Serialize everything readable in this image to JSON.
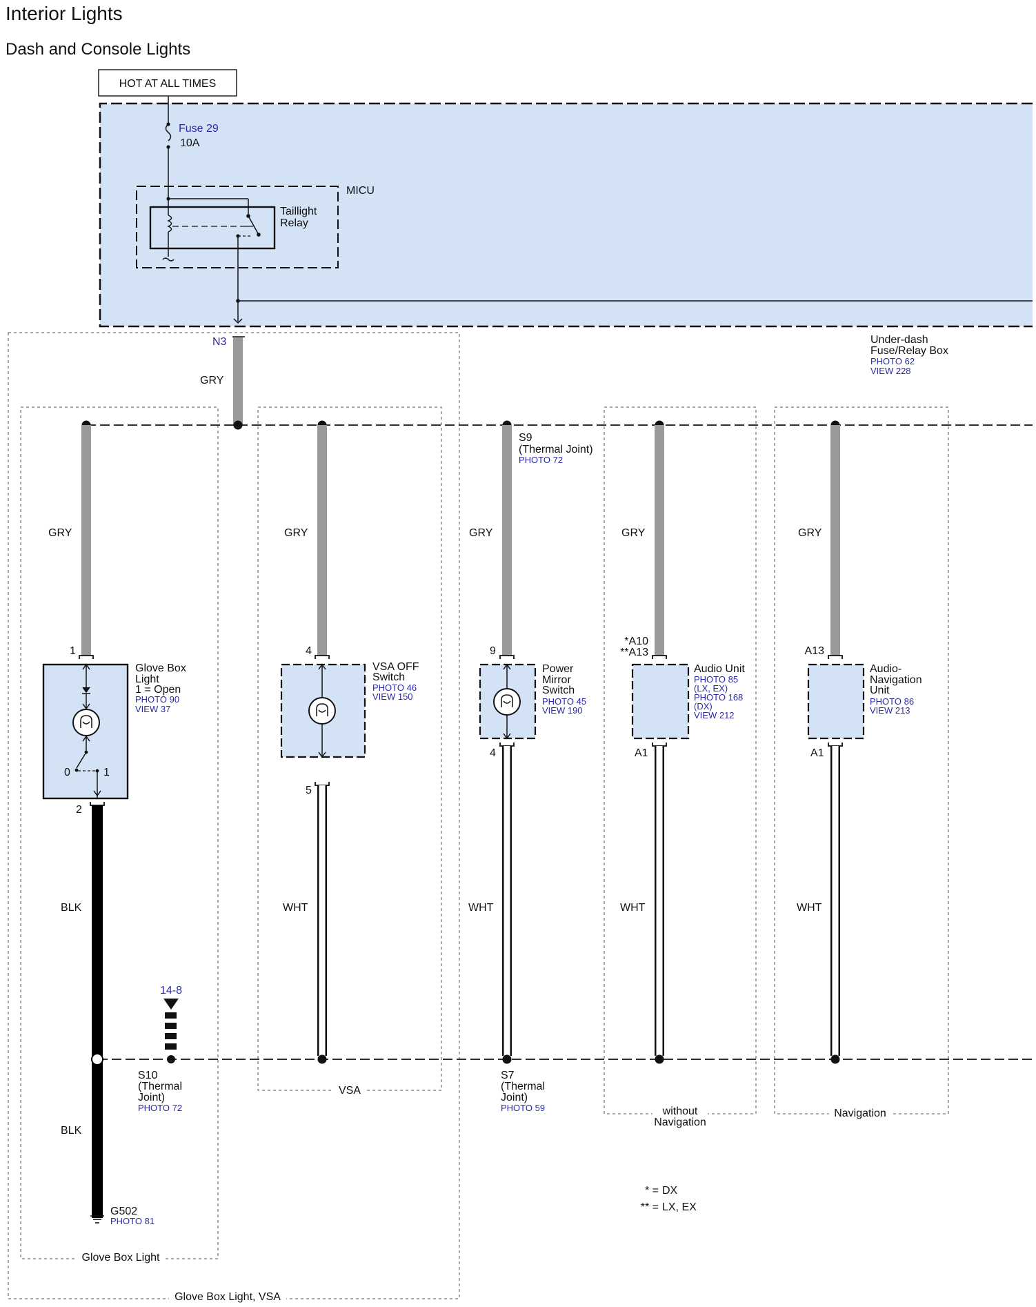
{
  "page": {
    "title": "Interior Lights",
    "subtitle": "Dash and Console Lights"
  },
  "power": {
    "hot_label": "HOT AT ALL TIMES",
    "fuse_name": "Fuse 29",
    "fuse_rating": "10A",
    "micu_label": "MICU",
    "relay_label_1": "Taillight",
    "relay_label_2": "Relay",
    "connector": "N3",
    "box_name_1": "Under-dash",
    "box_name_2": "Fuse/Relay Box",
    "box_photo": "PHOTO 62",
    "box_view": "VIEW 228"
  },
  "wires": {
    "main": "GRY",
    "glove_top": "GRY",
    "vsa_top": "GRY",
    "mirror_top": "GRY",
    "audio_top": "GRY",
    "nav_top": "GRY",
    "glove_bottom": "BLK",
    "glove_ground": "BLK",
    "vsa_bottom": "WHT",
    "mirror_bottom": "WHT",
    "audio_bottom": "WHT",
    "nav_bottom": "WHT"
  },
  "joints": {
    "s9_name": "S9",
    "s9_desc": "(Thermal Joint)",
    "s9_photo": "PHOTO 72",
    "s7_name": "S7",
    "s7_desc_1": "(Thermal",
    "s7_desc_2": "Joint)",
    "s7_photo": "PHOTO 59",
    "s10_name": "S10",
    "s10_desc_1": "(Thermal",
    "s10_desc_2": "Joint)",
    "s10_photo": "PHOTO 72",
    "ref_arrow": "14-8"
  },
  "components": {
    "glove": {
      "line1": "Glove Box",
      "line2": "Light",
      "line3": "1 = Open",
      "photo": "PHOTO 90",
      "view": "VIEW 37",
      "pin_top": "1",
      "pin_bottom": "2",
      "sw_pos0": "0",
      "sw_pos1": "1"
    },
    "vsa": {
      "line1": "VSA OFF",
      "line2": "Switch",
      "photo": "PHOTO 46",
      "view": "VIEW 150",
      "pin_top": "4",
      "pin_bottom": "5"
    },
    "mirror": {
      "line1": "Power",
      "line2": "Mirror",
      "line3": "Switch",
      "photo": "PHOTO 45",
      "view": "VIEW 190",
      "pin_top": "9",
      "pin_bottom": "4"
    },
    "audio": {
      "line1": "Audio Unit",
      "photo1": "PHOTO 85",
      "photo1_note": "(LX, EX)",
      "photo2": "PHOTO 168",
      "photo2_note": "(DX)",
      "view": "VIEW 212",
      "pin_top_1": "*A10",
      "pin_top_2": "**A13",
      "pin_bottom": "A1"
    },
    "nav": {
      "line1": "Audio-",
      "line2": "Navigation",
      "line3": "Unit",
      "photo": "PHOTO 86",
      "view": "VIEW 213",
      "pin_top": "A13",
      "pin_bottom": "A1"
    }
  },
  "ground": {
    "name": "G502",
    "photo": "PHOTO 81"
  },
  "groups": {
    "glove": "Glove Box Light",
    "glove_vsa": "Glove Box Light, VSA",
    "vsa": "VSA",
    "without_nav_1": "without",
    "without_nav_2": "Navigation",
    "nav": "Navigation"
  },
  "notes": {
    "n1_key": "* =",
    "n1_val": "DX",
    "n2_key": "** =",
    "n2_val": "LX, EX"
  },
  "colors": {
    "box_fill": "#d3e3f5",
    "gry_wire": "#9a9a9a",
    "blk_wire": "#000000",
    "ref_text": "#2a2aa8"
  }
}
